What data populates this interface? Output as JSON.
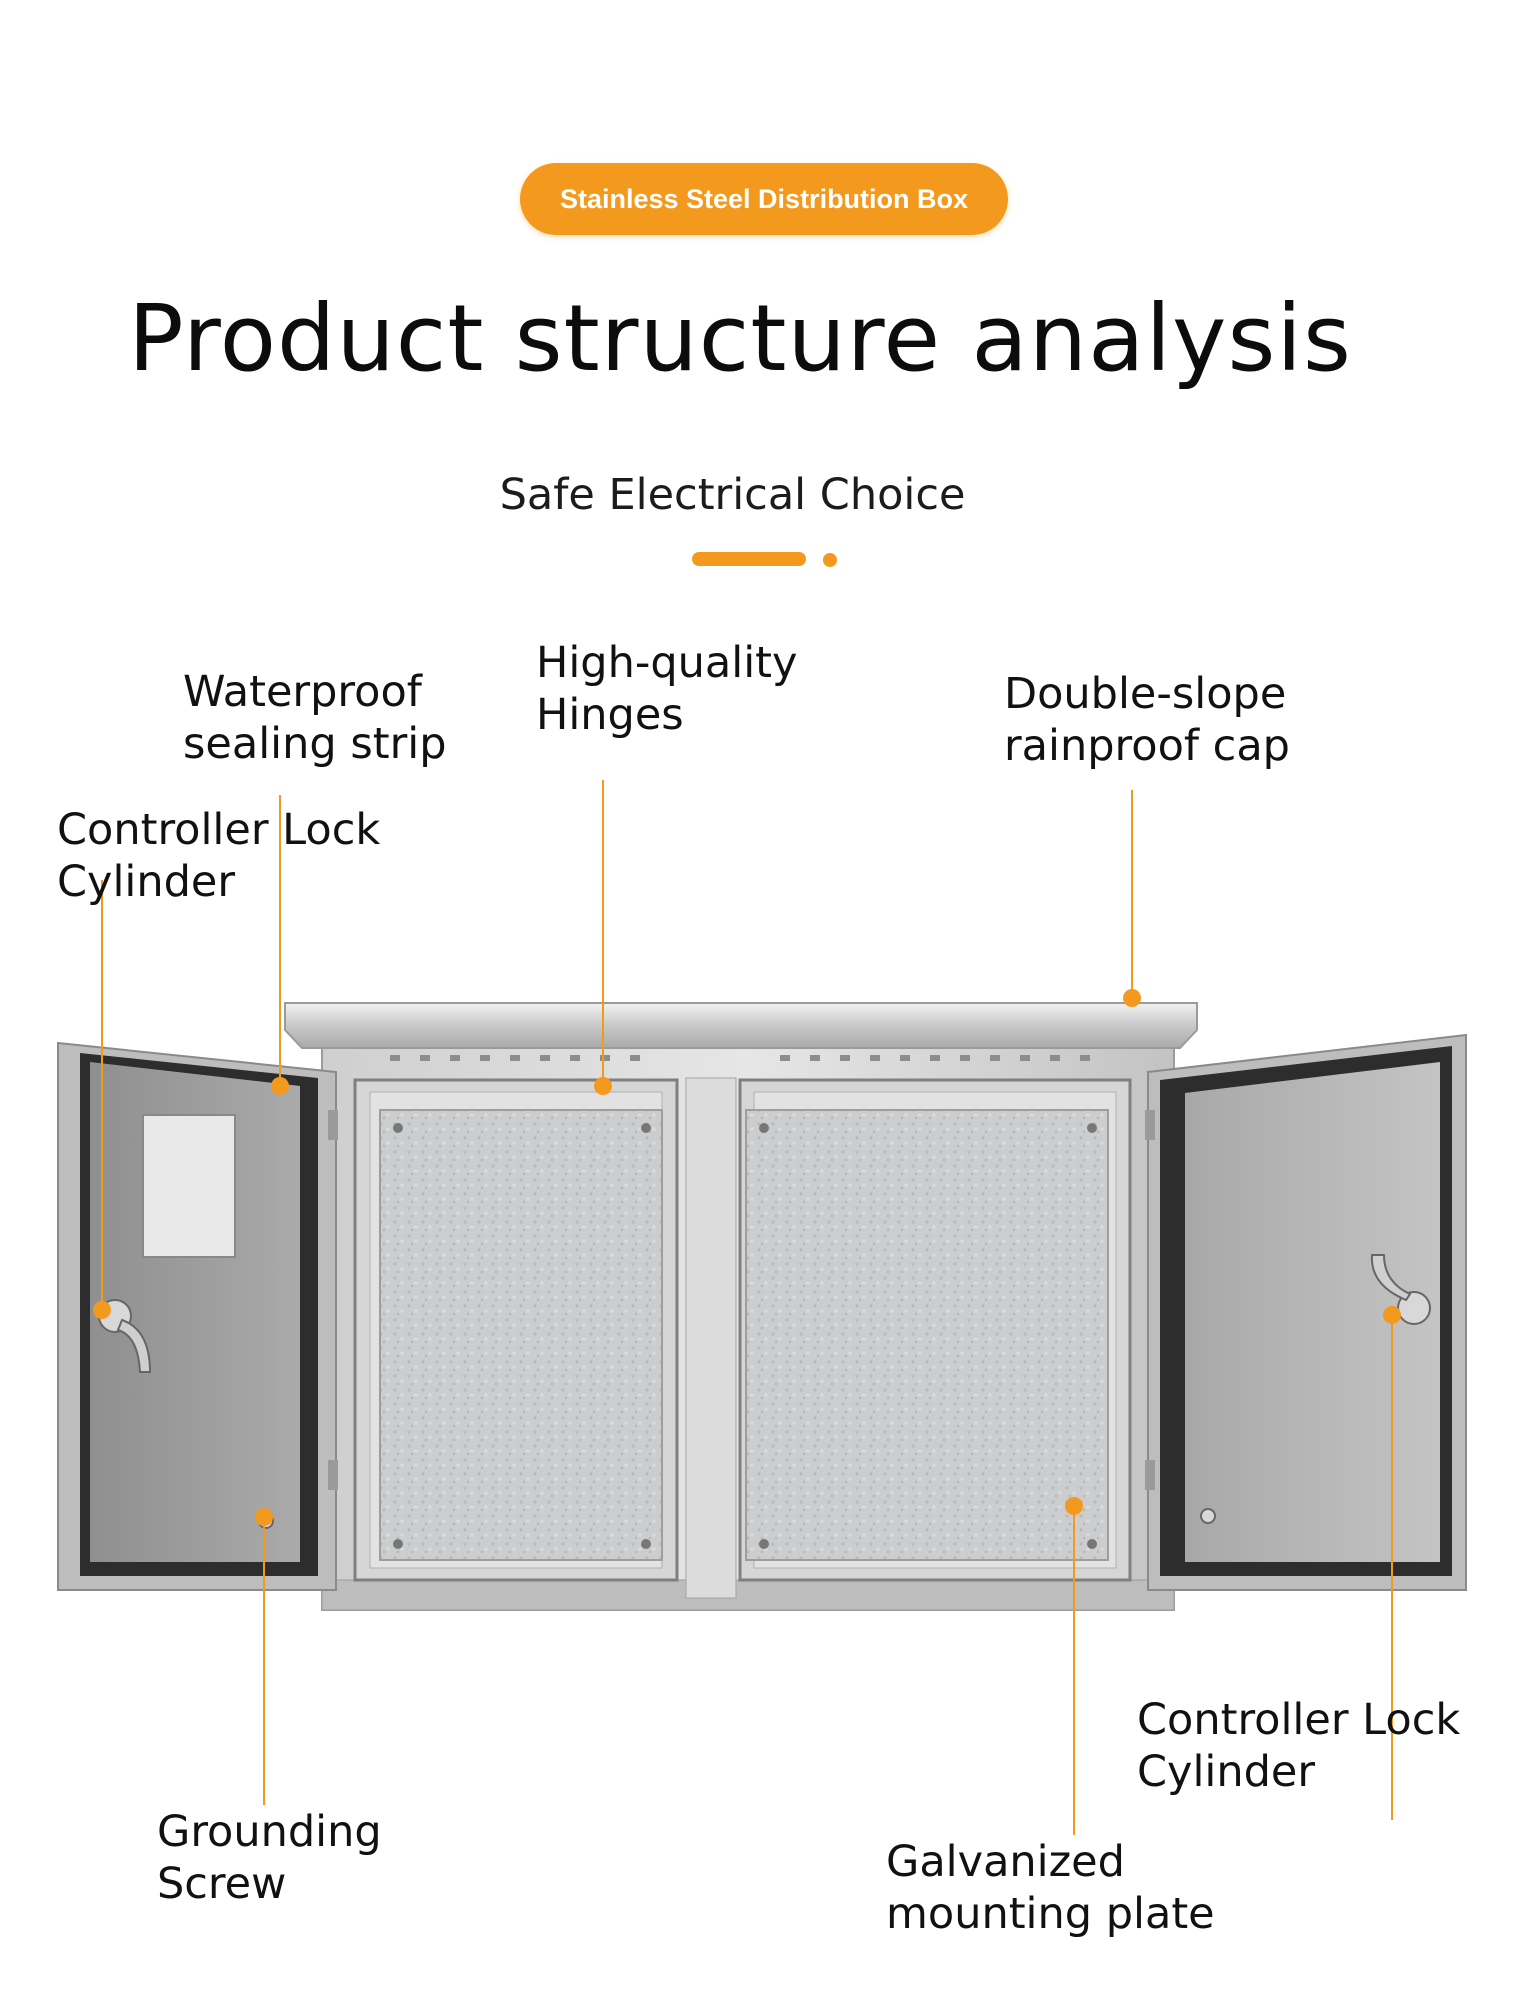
{
  "badge": "Stainless Steel Distribution Box",
  "title": "Product structure analysis",
  "subtitle": "Safe Electrical Choice",
  "labels": {
    "waterproof": [
      "Waterproof",
      "sealing strip"
    ],
    "hinges": [
      "High-quality",
      "Hinges"
    ],
    "rain_cap": [
      "Double-slope",
      "rainproof cap"
    ],
    "lock_left": [
      "Controller Lock",
      "Cylinder"
    ],
    "grounding": [
      "Grounding",
      "Screw"
    ],
    "mounting_plate": [
      "Galvanized",
      "mounting plate"
    ],
    "lock_right": [
      "Controller Lock",
      "Cylinder"
    ]
  },
  "colors": {
    "accent": "#f39a1e",
    "steel_light": "#d9d9d9",
    "steel_dark": "#8a8a8a",
    "door_inner": "#9a9a9a",
    "seal": "#2a2a2a",
    "plate": "#c8cacb"
  }
}
